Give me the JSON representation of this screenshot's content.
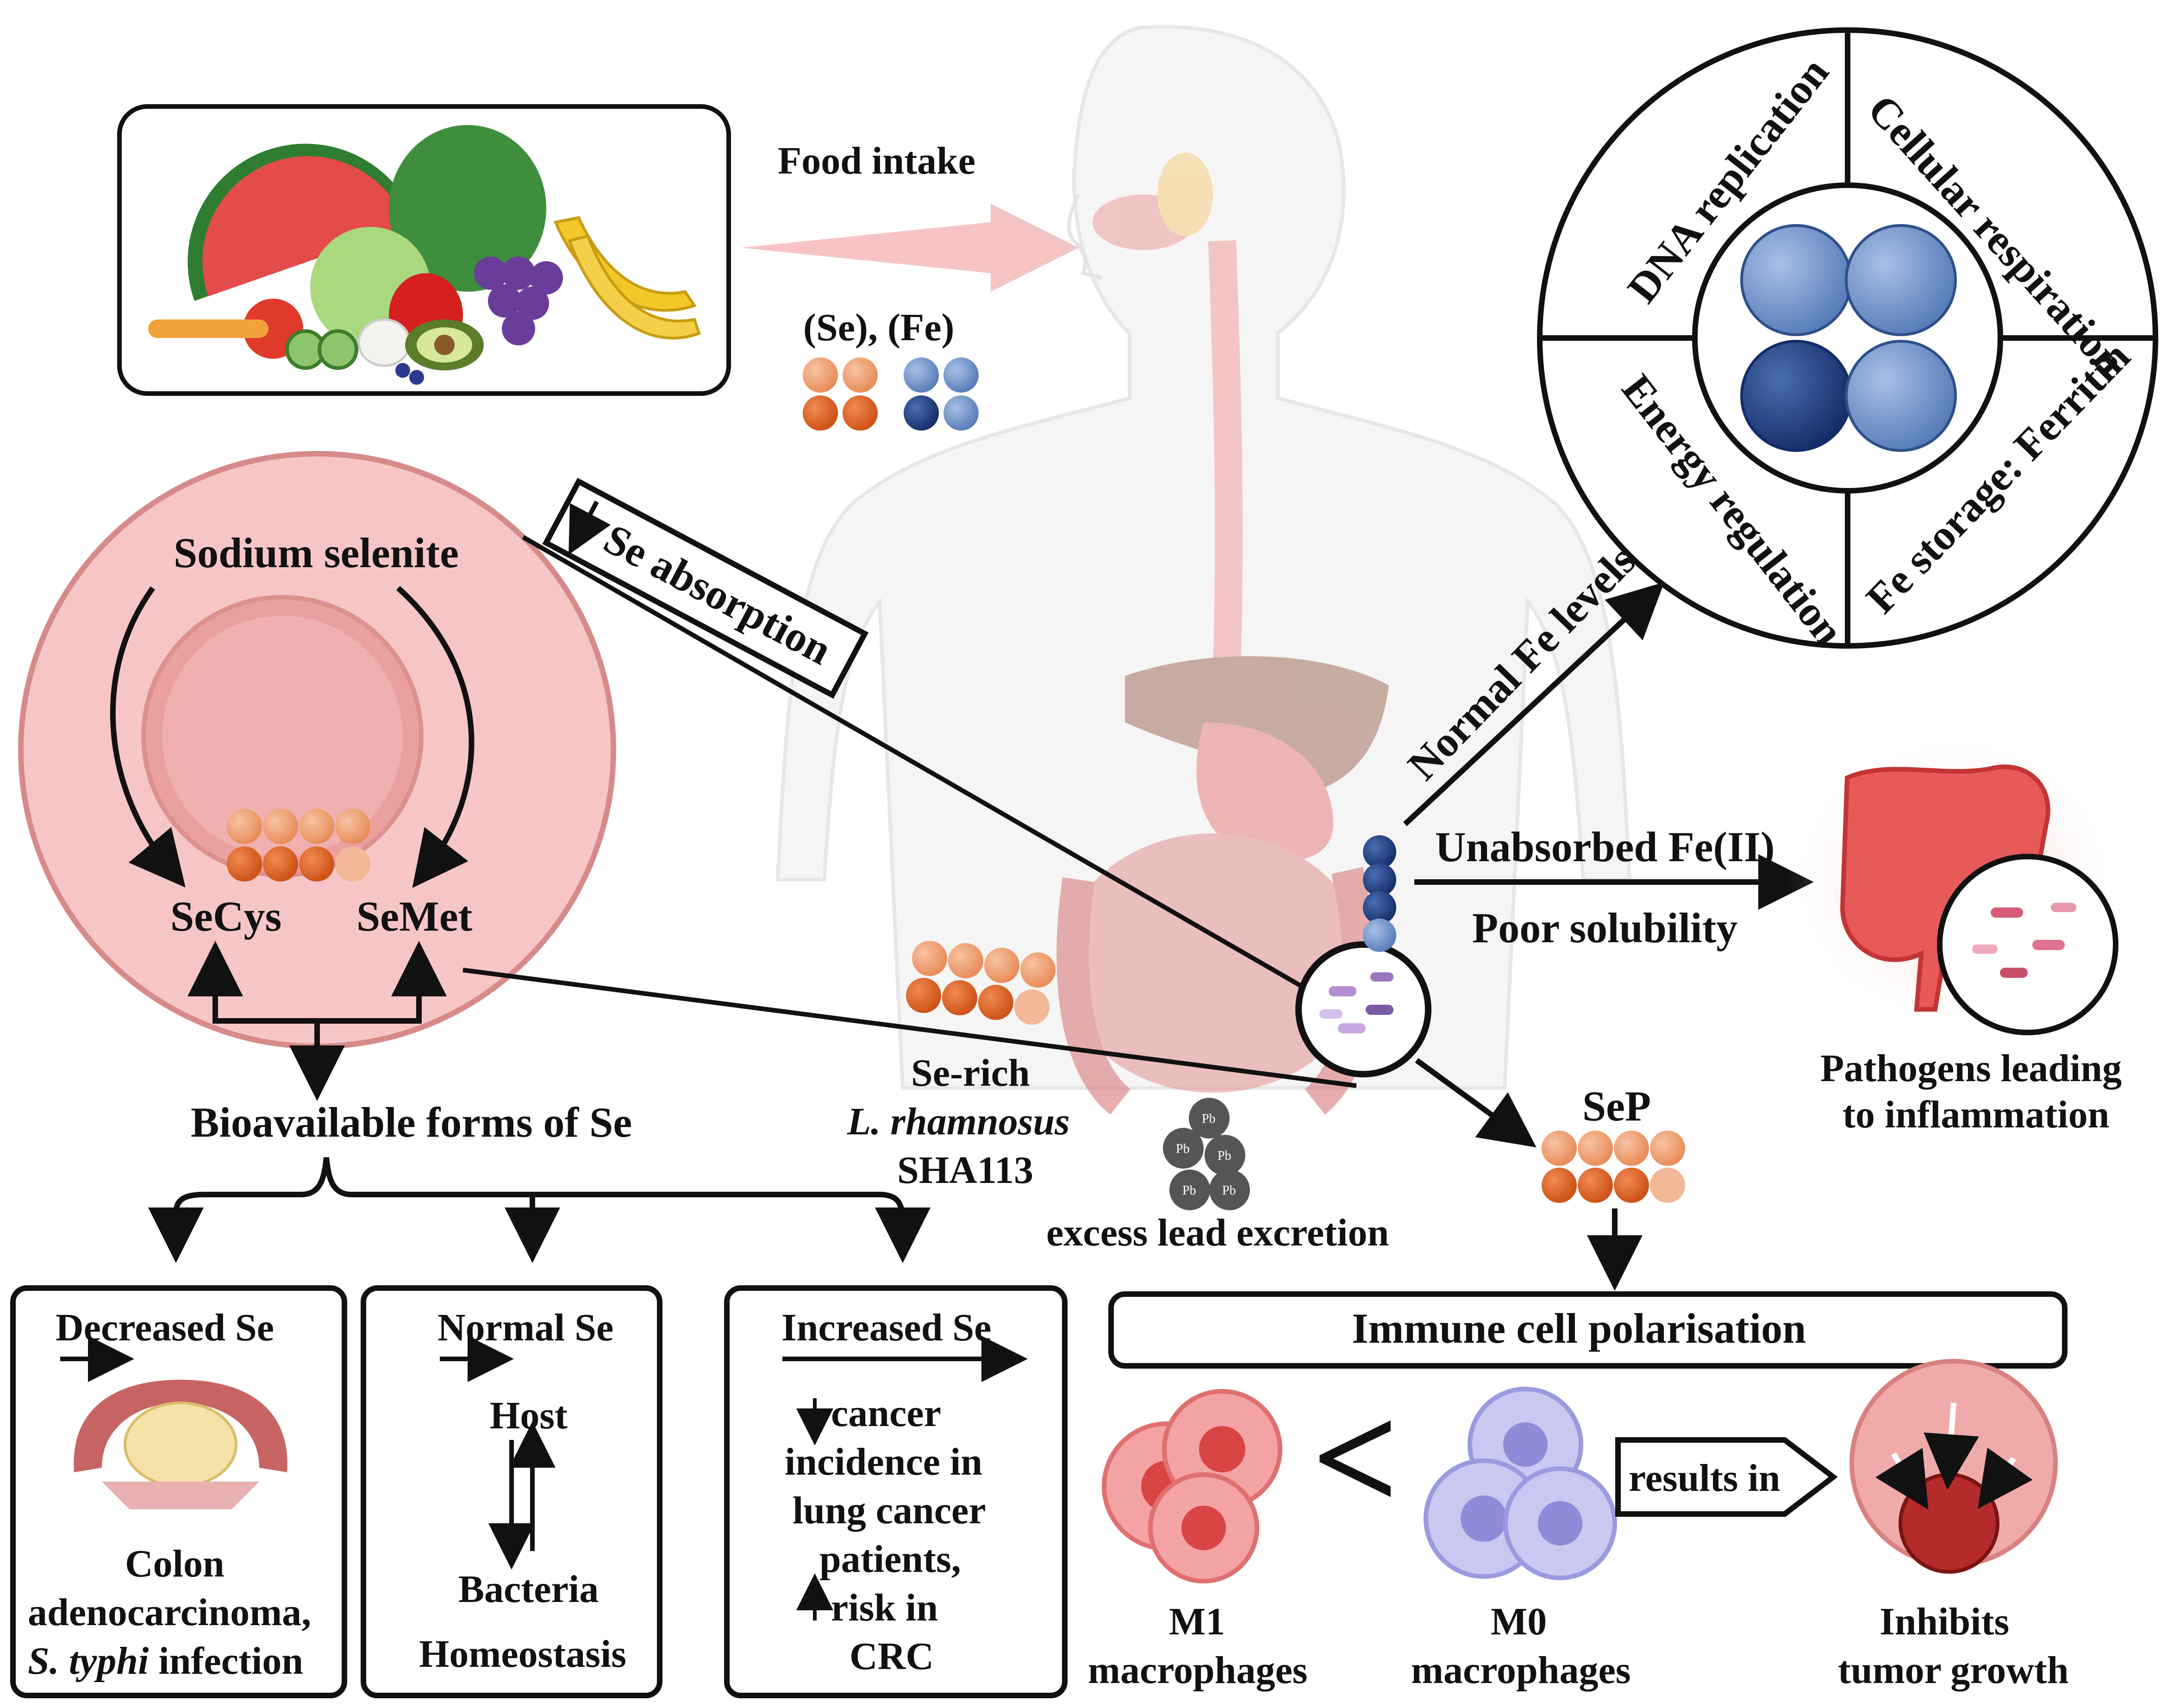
{
  "labels": {
    "food_intake": "Food intake",
    "se_fe": "(Se), (Fe)",
    "se_absorption": "Se absorption",
    "sodium_selenite": "Sodium selenite",
    "secys": "SeCys",
    "semet": "SeMet",
    "bioavailable": "Bioavailable forms of Se",
    "se_rich": "Se-rich",
    "l_rhamnosus": "L. rhamnosus",
    "sha113": "SHA113",
    "excess_lead": "excess lead excretion",
    "normal_fe": "Normal Fe levels",
    "unabsorbed_fe": "Unabsorbed Fe(II)",
    "poor_solubility": "Poor solubility",
    "pathogens_1": "Pathogens leading",
    "pathogens_2": "to inflammation",
    "sep": "SeP",
    "immune": "Immune cell polarisation",
    "results_in": "results in",
    "m1_1": "M1",
    "m1_2": "macrophages",
    "m0_1": "M0",
    "m0_2": "macrophages",
    "inhibits_1": "Inhibits",
    "inhibits_2": "tumor growth",
    "pb": "Pb",
    "less_than": "<"
  },
  "iron_wheel": {
    "dna": "DNA replication",
    "respiration": "Cellular respiration",
    "energy": "Energy regulation",
    "storage": "Fe storage: Ferritin"
  },
  "boxes": {
    "decreased": {
      "title": "Decreased Se",
      "line1": "Colon",
      "line2": "adenocarcinoma,",
      "line3_italic": "S. typhi",
      "line3_rest": " infection"
    },
    "normal": {
      "title": "Normal Se",
      "host": "Host",
      "bacteria": "Bacteria",
      "homeostasis": "Homeostasis"
    },
    "increased": {
      "title": "Increased Se",
      "l1": "cancer",
      "l2": "incidence  in",
      "l3": "lung cancer",
      "l4": "patients,",
      "l5": "risk in",
      "l6": "CRC"
    }
  },
  "colors": {
    "se_light": "#f0a077",
    "se_dark": "#e0652a",
    "fe_light": "#6e8fc4",
    "fe_dark": "#1f3f86",
    "cell_pink": "#f6c6c6",
    "macrophage_m1": "#ef6f6f",
    "macrophage_m0": "#a8a8e8"
  }
}
